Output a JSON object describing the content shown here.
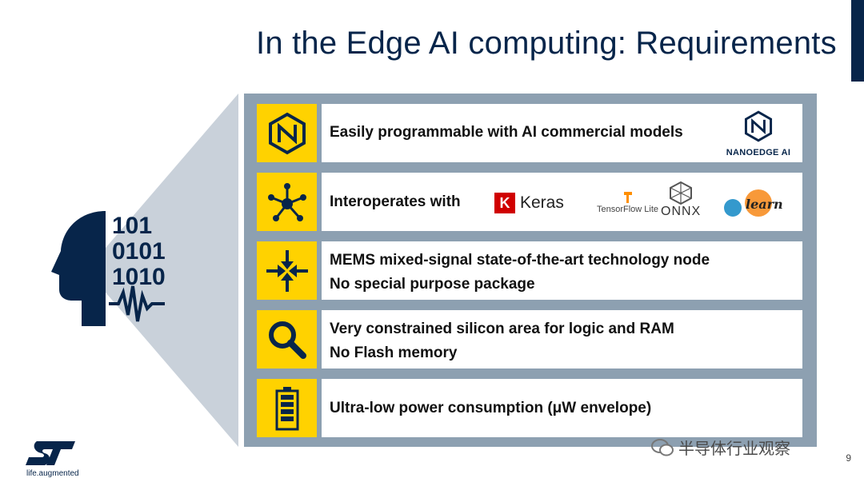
{
  "title": "In the Edge AI computing: Requirements",
  "page_number": "9",
  "watermark": "半导体行业观察",
  "brand_tagline": "life.augmented",
  "head_icon_binary": [
    "101",
    "0101",
    "1010"
  ],
  "rows": [
    {
      "icon": "nanoedge-icon",
      "lines": [
        "Easily programmable with AI commercial models"
      ],
      "logo_label": "NANOEDGE AI"
    },
    {
      "icon": "network-icon",
      "lines": [
        "Interoperates with"
      ],
      "logos": [
        "K",
        "Keras",
        "TensorFlow Lite",
        "ONNX",
        "learn"
      ]
    },
    {
      "icon": "compress-arrows-icon",
      "lines": [
        "MEMS mixed-signal state-of-the-art technology node",
        "No special purpose package"
      ]
    },
    {
      "icon": "magnifier-icon",
      "lines": [
        "Very constrained silicon area for logic and RAM",
        "No Flash memory"
      ]
    },
    {
      "icon": "battery-icon",
      "lines": [
        "Ultra-low power consumption (μW envelope)"
      ]
    }
  ],
  "colors": {
    "navy": "#07254a",
    "yellow": "#ffd200",
    "panel": "#8da0b1",
    "cone": "#c9d1da"
  }
}
